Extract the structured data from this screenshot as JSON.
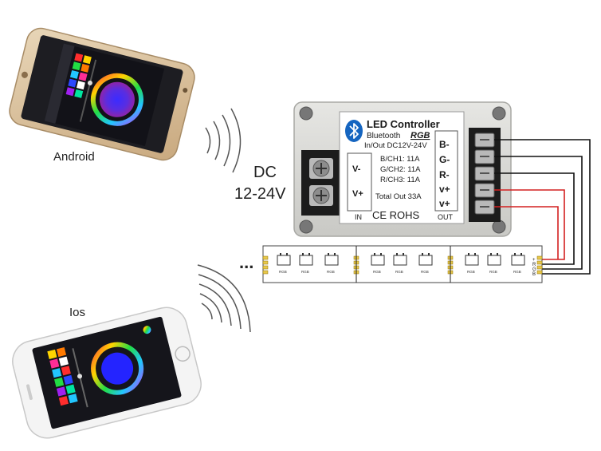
{
  "labels": {
    "android": "Android",
    "ios": "Ios",
    "dc_line1": "DC",
    "dc_line2": "12-24V"
  },
  "controller": {
    "title": "LED Controller",
    "subtitle_left": "Bluetooth",
    "subtitle_right": "RGB",
    "spec": "In/Out  DC12V-24V",
    "in_terminals": [
      "V-",
      "V+"
    ],
    "in_label": "IN",
    "channels": [
      "B/CH1:  11A",
      "G/CH2:  11A",
      "R/CH3:  11A"
    ],
    "total": "Total Out  33A",
    "certs": "CE  ROHS",
    "out_terminals": [
      "B-",
      "G-",
      "R-",
      "v+",
      "v+"
    ],
    "out_label": "OUT"
  },
  "strip": {
    "ellipsis": "...",
    "led_label": "RGB",
    "pad_labels": [
      "+",
      "R",
      "G",
      "B"
    ]
  },
  "colors": {
    "wire_black": "#111111",
    "wire_red": "#d42020",
    "controller_body": "#d9d9d6",
    "terminal_block": "#1c1c1c",
    "bluetooth_blue": "#1565c0"
  },
  "icons": [
    "bluetooth-icon",
    "wifi-signal-icon",
    "color-wheel-icon"
  ]
}
